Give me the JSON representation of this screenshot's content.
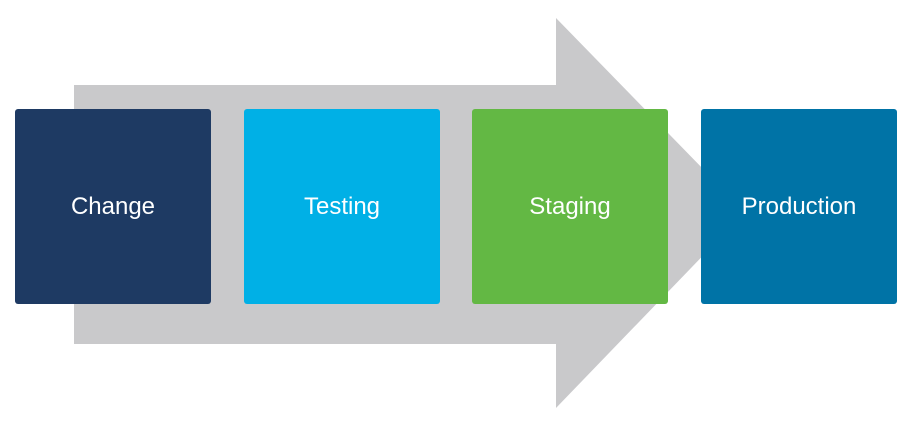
{
  "colors": {
    "arrow": "#c9c9cb"
  },
  "stages": [
    {
      "label": "Change",
      "color": "#1e3a63"
    },
    {
      "label": "Testing",
      "color": "#00b0e6"
    },
    {
      "label": "Staging",
      "color": "#63b844"
    },
    {
      "label": "Production",
      "color": "#0073a6"
    }
  ]
}
